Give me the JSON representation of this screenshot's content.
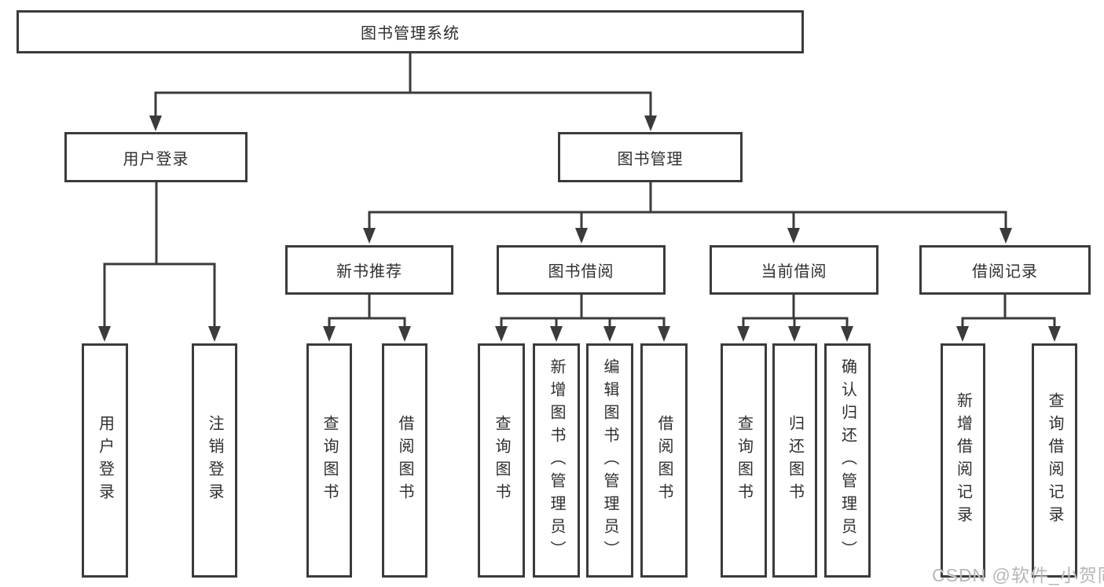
{
  "tree": {
    "label": "图书管理系统",
    "children": [
      {
        "label": "用户登录",
        "children": [
          {
            "label": "用户登录"
          },
          {
            "label": "注销登录"
          }
        ]
      },
      {
        "label": "图书管理",
        "children": [
          {
            "label": "新书推荐",
            "children": [
              {
                "label": "查询图书"
              },
              {
                "label": "借阅图书"
              }
            ]
          },
          {
            "label": "图书借阅",
            "children": [
              {
                "label": "查询图书"
              },
              {
                "label": "新增图书（管理员）"
              },
              {
                "label": "编辑图书（管理员）"
              },
              {
                "label": "借阅图书"
              }
            ]
          },
          {
            "label": "当前借阅",
            "children": [
              {
                "label": "查询图书"
              },
              {
                "label": "归还图书"
              },
              {
                "label": "确认归还（管理员）"
              }
            ]
          },
          {
            "label": "借阅记录",
            "children": [
              {
                "label": "新增借阅记录"
              },
              {
                "label": "查询借阅记录"
              }
            ]
          }
        ]
      }
    ]
  },
  "watermark": {
    "text": "CSDN @软件_小贺同学"
  },
  "colors": {
    "line": "#3b3b3b",
    "text": "#2f2f2f",
    "watermark": "#aaaaaa"
  }
}
